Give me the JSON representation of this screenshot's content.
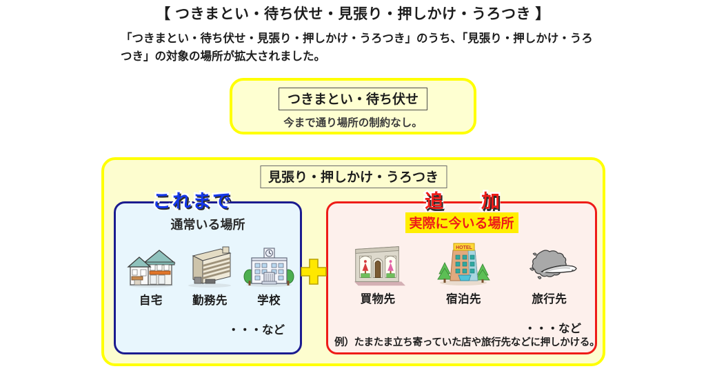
{
  "heading": {
    "title": "【 つきまとい・待ち伏せ・見張り・押しかけ・うろつき 】",
    "lead": "「つきまとい・待ち伏せ・見張り・押しかけ・うろつき」のうち、「見張り・押しかけ・うろつき」の対象の場所が拡大されました。"
  },
  "panel_tsukimatoi": {
    "title": "つきまとい・待ち伏せ",
    "note": "今まで通り場所の制約なし。"
  },
  "panel_mihari": {
    "title": "見張り・押しかけ・うろつき",
    "before": {
      "badge": "これまで",
      "heading": "通常いる場所",
      "etc": "・・・など",
      "items": [
        {
          "icon": "house-icon",
          "label": "自宅"
        },
        {
          "icon": "office-building-icon",
          "label": "勤務先"
        },
        {
          "icon": "school-icon",
          "label": "学校"
        }
      ]
    },
    "added": {
      "badge": "追　加",
      "heading": "実際に今いる場所",
      "etc": "・・・など",
      "example": "例）たまたま立ち寄っていた店や旅行先などに押しかける。",
      "items": [
        {
          "icon": "shop-storefront-icon",
          "label": "買物先"
        },
        {
          "icon": "hotel-icon",
          "label": "宿泊先"
        },
        {
          "icon": "map-train-icon",
          "label": "旅行先"
        }
      ]
    },
    "connector": "plus-icon"
  },
  "colors": {
    "yellow_border": "#ffff00",
    "yellow_fill": "#fdfdcf",
    "blue_border": "#1b1b8f",
    "blue_fill": "#e8f6fd",
    "red_border": "#ee1c18",
    "red_fill": "#fdf0ec",
    "highlight": "#ffee00",
    "badge_blue": "#1437e8",
    "badge_red": "#ee1c18"
  }
}
